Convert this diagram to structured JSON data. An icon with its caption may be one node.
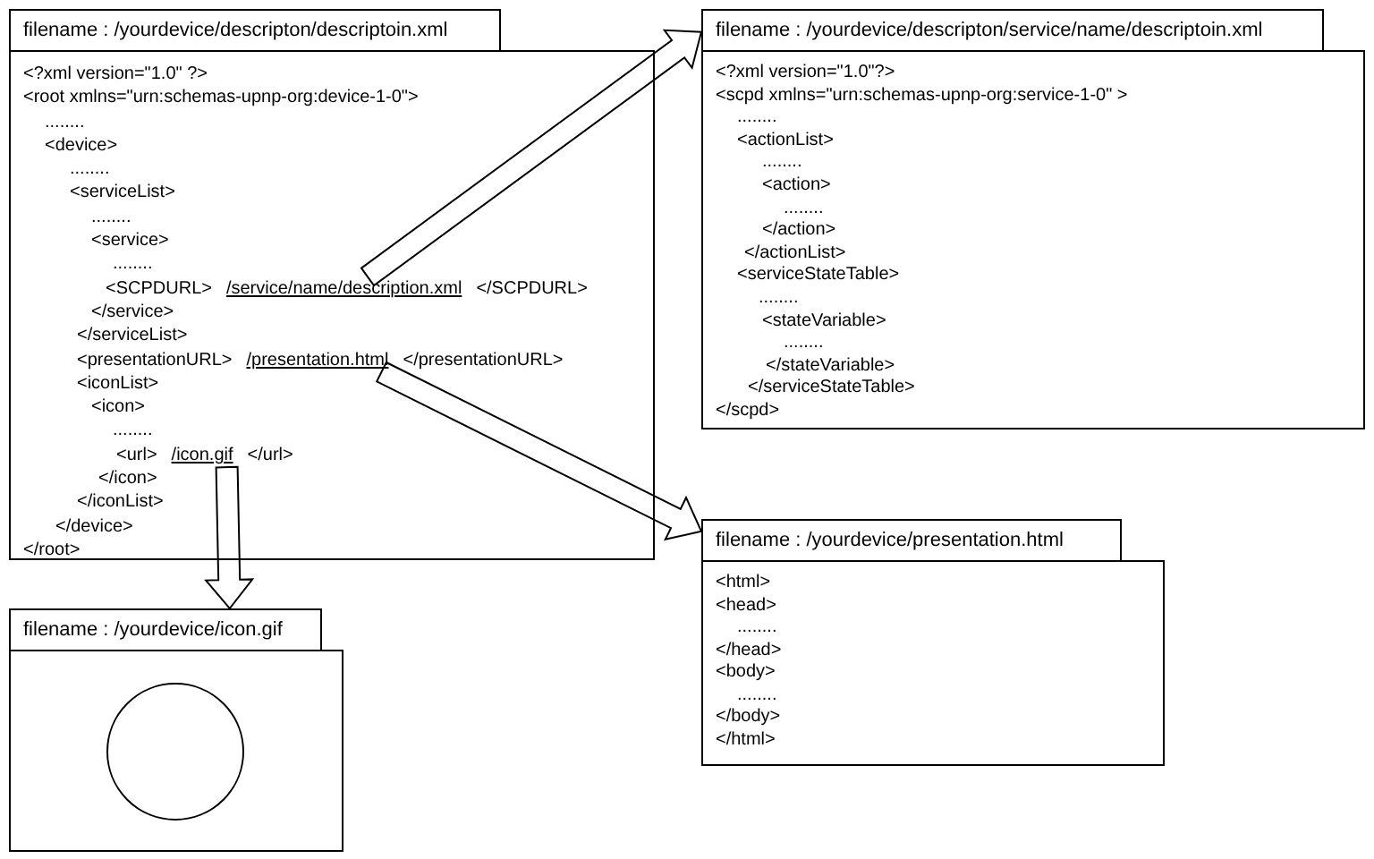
{
  "diagram": {
    "nodes": [
      {
        "text": [
          "filename : /yourdevice/descripton/descriptoin.xml",
          "<?xml version=\"1.0\" ?>",
          "<root xmlns=\"urn:schemas-upnp-org:device-1-0\">",
          "........",
          "<device>",
          "........",
          "<serviceList>",
          "........",
          "<service>",
          "........",
          "<SCPDURL>",
          "</SCPDURL>",
          "</service>",
          "</serviceList>",
          "<presentationURL>",
          "</presentationURL>",
          "<iconList>",
          "<icon>",
          "........",
          "<url>",
          "</url>",
          "</icon>",
          "</iconList>",
          "</device>",
          "</root>"
        ]
      },
      {
        "text": [
          "/service/name/description.xml"
        ],
        "in": 0
      },
      {
        "text": [
          "/presentation.html"
        ],
        "in": 0
      },
      {
        "text": [
          "/icon.gif"
        ],
        "in": 0
      },
      {
        "text": [
          "filename : /yourdevice/descripton/service/name/descriptoin.xml",
          "<?xml version=\"1.0\"?>",
          "<scpd xmlns=\"urn:schemas-upnp-org:service-1-0\" >",
          "........",
          "<actionList>",
          "........",
          "<action>",
          "........",
          "</action>",
          "</actionList>",
          "<serviceStateTable>",
          "........",
          "<stateVariable>",
          "........",
          "</stateVariable>",
          "</serviceStateTable>",
          "</scpd>"
        ]
      },
      {
        "text": [
          "filename : /yourdevice/presentation.html",
          "<html>",
          "<head>",
          "........",
          "</head>",
          "<body>",
          "........",
          "</body>",
          "</html>"
        ]
      },
      {
        "text": [
          "filename : /yourdevice/icon.gif"
        ]
      },
      {
        "text": [],
        "shape": "circle",
        "in": 6
      }
    ],
    "edges": [
      {
        "from": 1,
        "to": 4,
        "arrow": "to"
      },
      {
        "from": 2,
        "to": 5,
        "arrow": "to"
      },
      {
        "from": 3,
        "to": 6,
        "arrow": "to"
      }
    ]
  }
}
